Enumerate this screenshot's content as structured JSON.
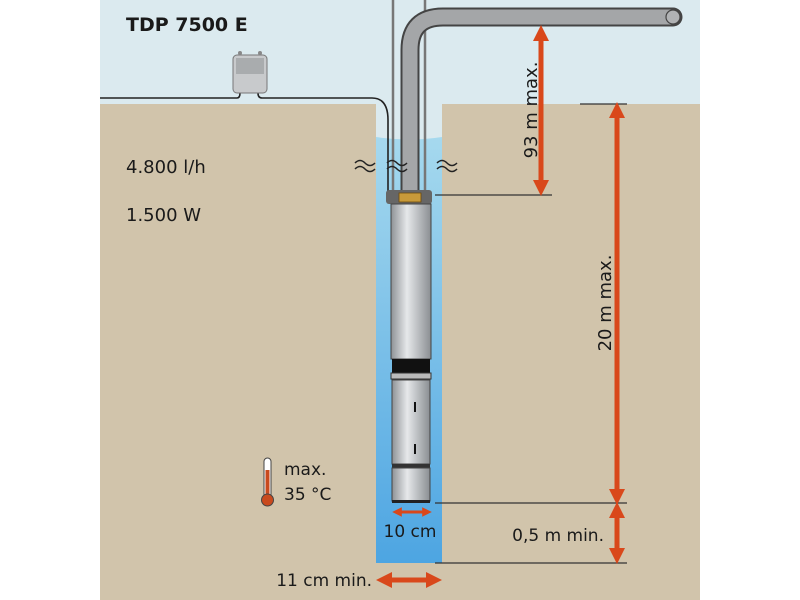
{
  "title": "TDP 7500 E",
  "specs": {
    "flow": "4.800 l/h",
    "power": "1.500 W"
  },
  "temperature": {
    "line1": "max.",
    "line2": "35 °C"
  },
  "dimensions": {
    "head": "93 m max.",
    "depth": "20 m max.",
    "bottom_clearance": "0,5 m min.",
    "pump_diameter": "10 cm",
    "well_diameter": "11 cm min."
  },
  "colors": {
    "sky": "#dbeaef",
    "ground": "#d1c4ab",
    "arrow": "#d9481b",
    "water_top": "#a6d9ee",
    "water_bottom": "#4da5e2"
  }
}
